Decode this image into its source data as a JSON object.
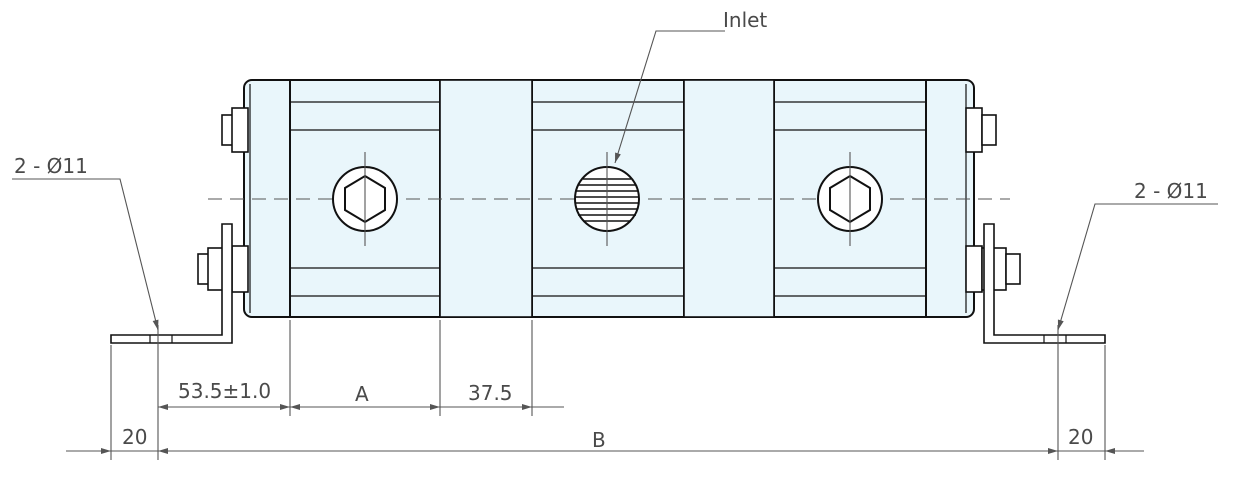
{
  "labels": {
    "inlet": "Inlet",
    "hole_left": "2 - Ø11",
    "hole_right": "2 - Ø11",
    "dim_tolerance": "53.5±1.0",
    "dim_a": "A",
    "dim_37": "37.5",
    "dim_20_left": "20",
    "dim_b": "B",
    "dim_20_right": "20"
  },
  "colors": {
    "body_fill": "#e9f6fb",
    "line": "#111111",
    "dimension": "#555555"
  }
}
